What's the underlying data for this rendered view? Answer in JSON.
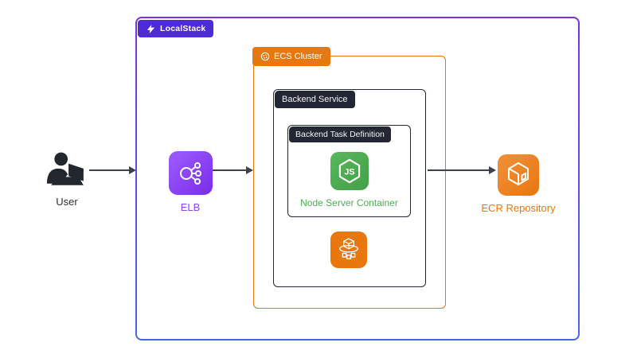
{
  "colors": {
    "canvas-bg": "#FFFFFF",
    "arrow": "#3B4151",
    "text-dark": "#2A2E3A",
    "badge-dark": "#232733",
    "ls-badge": "#4D2BD6",
    "ls-border-top": "#7B2FE0",
    "ls-border-bottom": "#4468E4",
    "aws-orange": "#E8770D",
    "elb-purple": "#8B45F2",
    "elb-grad-1": "#9D5CFF",
    "elb-grad-2": "#7A2DE8",
    "ecr-grad-1": "#F0913B",
    "ecr-grad-2": "#E8770D",
    "node-green": "#4CAF50",
    "node-grad-1": "#57B85C",
    "node-grad-2": "#43A047"
  },
  "containers": {
    "localstack": {
      "label": "LocalStack",
      "icon": "localstack-logo-icon"
    },
    "ecs_cluster": {
      "label": "ECS Cluster",
      "icon": "ecs-ring-icon"
    },
    "backend_service": {
      "label": "Backend Service"
    },
    "task_definition": {
      "label": "Backend Task Definition"
    }
  },
  "nodes": {
    "user": {
      "label": "User",
      "icon": "person-at-laptop-icon"
    },
    "elb": {
      "label": "ELB",
      "icon": "load-balancer-icon"
    },
    "ecr": {
      "label": "ECR Repository",
      "icon": "container-registry-cube-icon"
    },
    "node_container": {
      "label": "Node Server Container",
      "icon": "nodejs-hexagon-icon",
      "icon_text": "JS"
    },
    "ecs_service": {
      "icon": "ecs-containers-icon"
    }
  }
}
